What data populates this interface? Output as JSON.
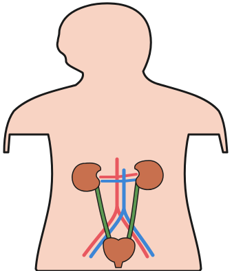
{
  "colors": {
    "background": "#ffffff",
    "skin": "#f8d3c3",
    "outline": "#1a1a1a",
    "kidney": "#c8704e",
    "ureter_fill": "#5d9a52",
    "ureter_outline": "#1f1f1f",
    "bladder": "#c8704e",
    "artery": "#e8585f",
    "vein": "#3d86d6"
  },
  "figure": {
    "parts": [
      "body-silhouette",
      "left-kidney",
      "right-kidney",
      "aorta",
      "vena-cava",
      "left-ureter",
      "right-ureter",
      "bladder"
    ]
  }
}
